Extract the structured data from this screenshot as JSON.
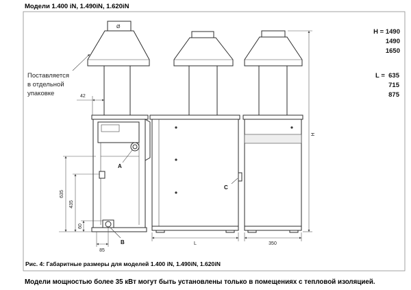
{
  "title": "Модели 1.400 iN, 1.490iN, 1.620iN",
  "note": {
    "lines": [
      "Поставляется",
      "в отдельной",
      "упаковке"
    ]
  },
  "dims": {
    "diameter": "Ø",
    "d42": "42",
    "d635": "635",
    "d435": "435",
    "d60": "60",
    "d85": "85",
    "dL": "L",
    "d350": "350",
    "dH": "H"
  },
  "labels": {
    "a": "A",
    "b": "B",
    "c": "C"
  },
  "spec": {
    "h_label": "H = 1490",
    "h_values": [
      "1490",
      "1650"
    ],
    "l_label": "L =  635",
    "l_values": [
      "715",
      "875"
    ]
  },
  "caption": "Рис. 4: Габаритные размеры для моделей 1.400 iN, 1.490iN, 1.620iN",
  "footer": "Модели мощностью более 35 кВт могут быть установлены только в помещениях с тепловой изоляцией."
}
